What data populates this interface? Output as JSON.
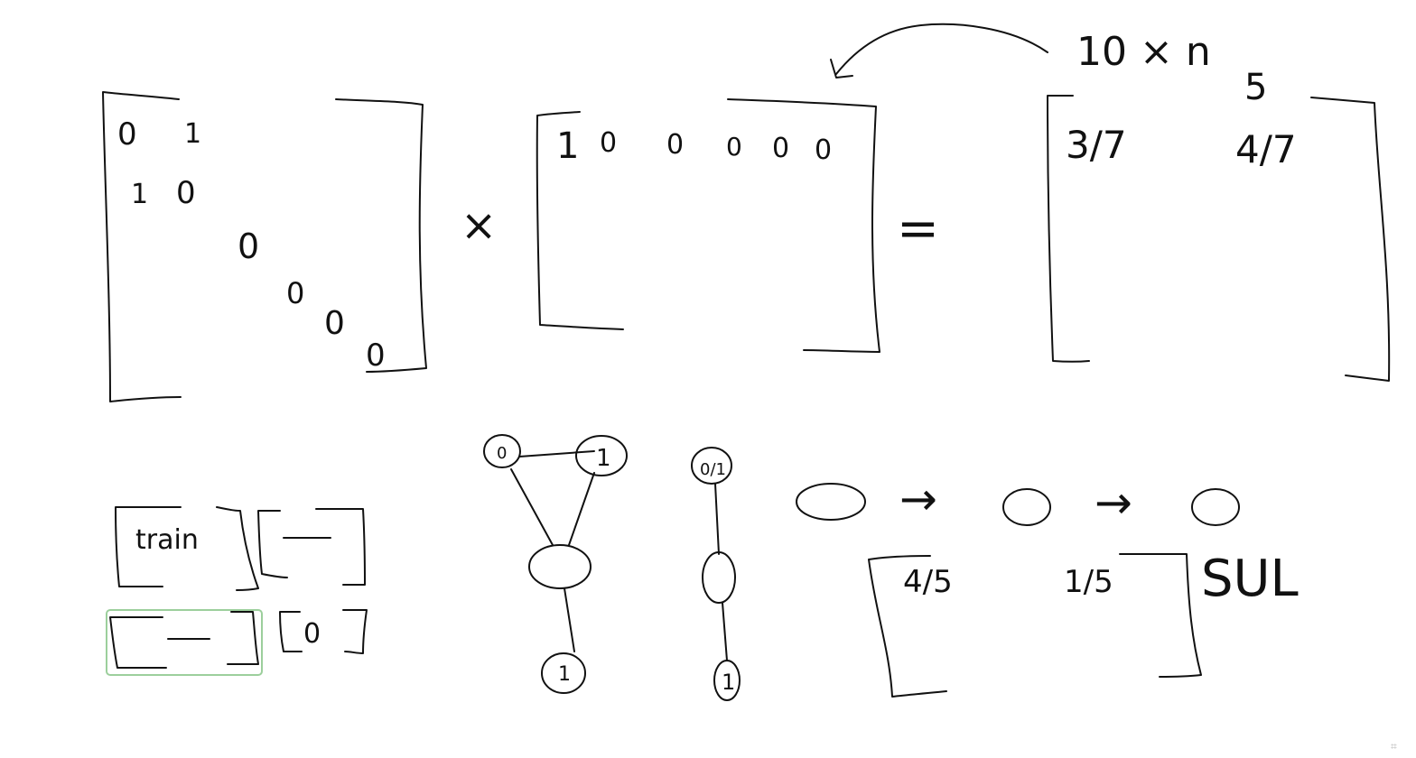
{
  "canvas": {
    "background": "#ffffff",
    "ink_color": "#111111",
    "highlight_color": "#9ccf9c"
  },
  "top_row": {
    "matrix_a_entries": [
      "0",
      "1",
      "1",
      "0",
      "0",
      "0",
      "0",
      "0"
    ],
    "times_symbol": "×",
    "matrix_b_entries": [
      "1",
      "0",
      "0",
      "0",
      "0",
      "0"
    ],
    "equals_symbol": "=",
    "result_dim": "10 × n",
    "result_cols": "5",
    "result_entries": [
      "3/7",
      "4/7"
    ]
  },
  "bottom_left": {
    "train_label": "train",
    "small_matrix_entry": "0"
  },
  "graph_a": {
    "node_labels": [
      "0",
      "1",
      "",
      "1"
    ]
  },
  "graph_b": {
    "node_labels": [
      "0/1",
      "",
      "1"
    ]
  },
  "chain": {
    "arrows": [
      "→",
      "→"
    ]
  },
  "bottom_right": {
    "matrix_entries": [
      "4/5",
      "1/5"
    ],
    "side_note": "SUL"
  },
  "corner_icon": "expand-corner-icon"
}
